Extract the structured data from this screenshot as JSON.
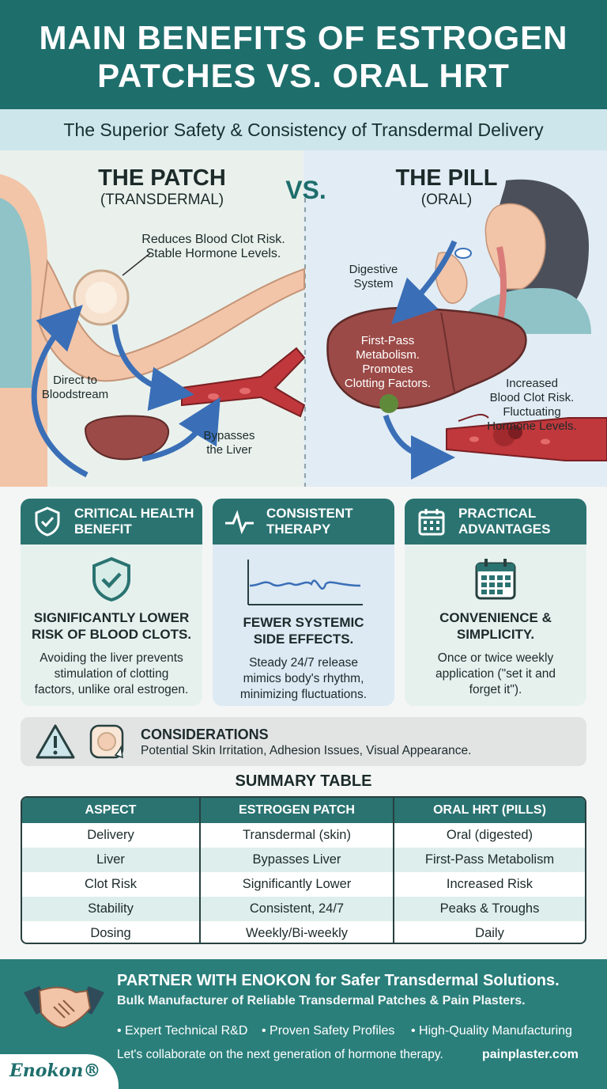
{
  "header": {
    "title_line1": "MAIN BENEFITS OF ESTROGEN",
    "title_line2": "PATCHES VS. ORAL HRT"
  },
  "subheader": "The Superior Safety & Consistency of Transdermal Delivery",
  "comparison": {
    "patch_title": "THE PATCH",
    "patch_subtitle": "(TRANSDERMAL)",
    "vs": "VS.",
    "pill_title": "THE PILL",
    "pill_subtitle": "(ORAL)",
    "patch_note_line1": "Reduces Blood Clot Risk.",
    "patch_note_line2": "Stable Hormone Levels.",
    "direct_line1": "Direct to",
    "direct_line2": "Bloodstream",
    "bypass_line1": "Bypasses",
    "bypass_line2": "the Liver",
    "digestive_line1": "Digestive",
    "digestive_line2": "System",
    "firstpass_line1": "First-Pass",
    "firstpass_line2": "Metabolism.",
    "firstpass_line3": "Promotes",
    "firstpass_line4": "Clotting Factors.",
    "increased_line1": "Increased",
    "increased_line2": "Blood Clot Risk.",
    "increased_line3": "Fluctuating",
    "increased_line4": "Hormone Levels."
  },
  "cards": [
    {
      "head_l1": "CRITICAL HEALTH",
      "head_l2": "BENEFIT",
      "head_icon": "shield-check-icon",
      "title_l1": "SIGNIFICANTLY LOWER",
      "title_l2": "RISK OF BLOOD CLOTS.",
      "desc_l1": "Avoiding the liver prevents",
      "desc_l2": "stimulation of clotting",
      "desc_l3": "factors, unlike oral estrogen."
    },
    {
      "head_l1": "CONSISTENT",
      "head_l2": "THERAPY",
      "head_icon": "pulse-wave-icon",
      "title_l1": "FEWER SYSTEMIC",
      "title_l2": "SIDE EFFECTS.",
      "desc_l1": "Steady 24/7 release",
      "desc_l2": "mimics body's rhythm,",
      "desc_l3": "minimizing fluctuations."
    },
    {
      "head_l1": "PRACTICAL",
      "head_l2": "ADVANTAGES",
      "head_icon": "calendar-icon",
      "title_l1": "CONVENIENCE &",
      "title_l2": "SIMPLICITY.",
      "desc_l1": "Once or twice weekly",
      "desc_l2": "application (\"set it and",
      "desc_l3": "forget it\")."
    }
  ],
  "considerations": {
    "title": "CONSIDERATIONS",
    "desc": "Potential Skin Irritation, Adhesion Issues, Visual Appearance."
  },
  "summary": {
    "title": "SUMMARY TABLE",
    "headers": [
      "ASPECT",
      "ESTROGEN PATCH",
      "ORAL HRT (PILLS)"
    ],
    "rows": [
      [
        "Delivery",
        "Transdermal (skin)",
        "Oral (digested)"
      ],
      [
        "Liver",
        "Bypasses Liver",
        "First-Pass Metabolism"
      ],
      [
        "Clot Risk",
        "Significantly Lower",
        "Increased Risk"
      ],
      [
        "Stability",
        "Consistent, 24/7",
        "Peaks & Troughs"
      ],
      [
        "Dosing",
        "Weekly/Bi-weekly",
        "Daily"
      ]
    ]
  },
  "footer": {
    "line1": "PARTNER WITH ENOKON for Safer Transdermal Solutions.",
    "line2": "Bulk Manufacturer of Reliable Transdermal Patches & Pain Plasters.",
    "bullets": [
      "• Expert Technical R&D",
      "• Proven Safety Profiles",
      "• High-Quality Manufacturing"
    ],
    "line3": "Let's collaborate on the next generation of hormone therapy.",
    "url": "painplaster.com",
    "logo": "Enokon®"
  },
  "colors": {
    "teal_dark": "#1e6e6c",
    "teal": "#2a7371",
    "vein_red": "#c0383c",
    "liver": "#9b4a47",
    "arrow_blue": "#3a6fb7"
  }
}
